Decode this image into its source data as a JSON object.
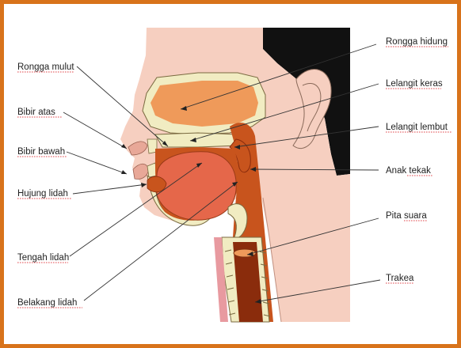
{
  "labels_left": [
    {
      "id": "rongga-mulut",
      "text": "Rongga mulut"
    },
    {
      "id": "bibir-atas",
      "text": "Bibir atas"
    },
    {
      "id": "bibir-bawah",
      "text": "Bibir bawah"
    },
    {
      "id": "hujung-lidah",
      "text": "Hujung lidah"
    },
    {
      "id": "tengah-lidah",
      "text": "Tengah lidah"
    },
    {
      "id": "belakang-lidah",
      "text": "Belakang lidah"
    }
  ],
  "labels_right": [
    {
      "id": "rongga-hidung",
      "text": "Rongga hidung"
    },
    {
      "id": "lelangit-keras",
      "text": "Lelangit keras"
    },
    {
      "id": "lelangit-lembut",
      "text": "Lelangit lembut"
    },
    {
      "id": "anak-tekak",
      "text": "Anak tekak"
    },
    {
      "id": "pita-suara",
      "text": "Pita suara"
    },
    {
      "id": "trakea",
      "text": "Trakea"
    }
  ],
  "colors": {
    "frame": "#d8731b",
    "skin": "#f6cfc0",
    "hair": "#111111",
    "nasal_cavity": "#ef9a5a",
    "bone": "#f1ecc2",
    "mouth_tissue": "#c8541d",
    "tongue": "#e5674a",
    "throat_dark": "#8a2c0c"
  }
}
